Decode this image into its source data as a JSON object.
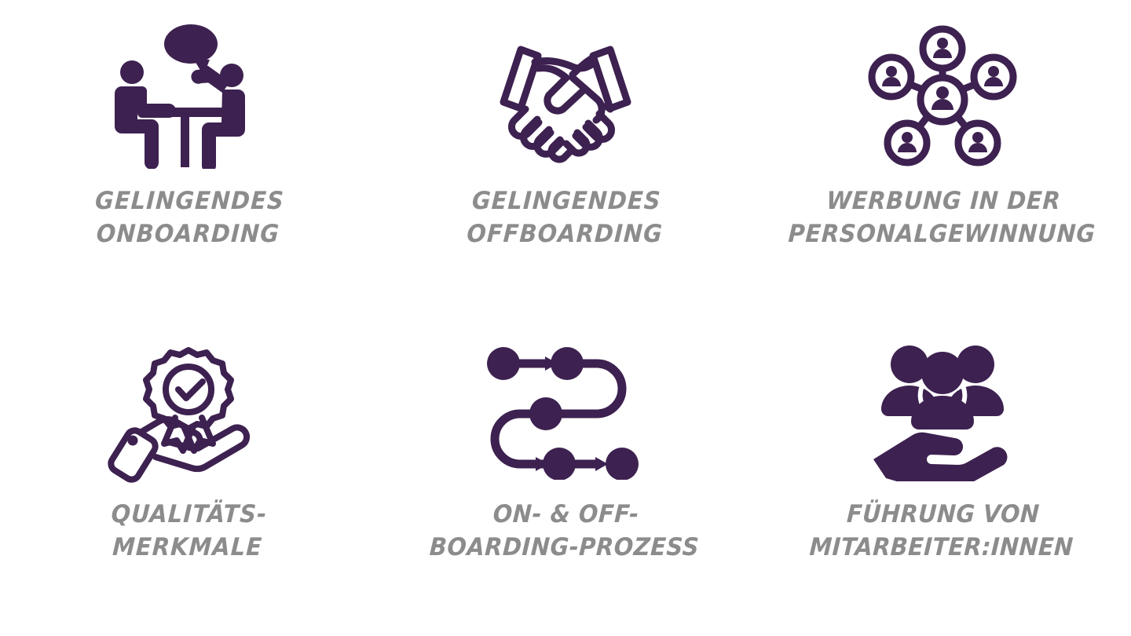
{
  "page": {
    "background_color": "#ffffff",
    "icon_color": "#3d2150",
    "caption_color": "#8c8c8c",
    "columns": 3,
    "rows": 2
  },
  "cards": [
    {
      "id": "gelingendes-onboarding",
      "icon_name": "meeting-table-speech-bubble-icon",
      "caption": "GELINGENDES\nONBOARDING"
    },
    {
      "id": "gelingendes-offboarding",
      "icon_name": "handshake-icon",
      "caption": "GELINGENDES\nOFFBOARDING"
    },
    {
      "id": "werbung-personalgewinnung",
      "icon_name": "people-network-hub-icon",
      "caption": "WERBUNG IN DER\nPERSONALGEWINNUNG"
    },
    {
      "id": "qualitaetsmerkmale",
      "icon_name": "hand-holding-quality-badge-icon",
      "caption": "QUALITÄTS-\nMERKMALE"
    },
    {
      "id": "on-offboarding-prozess",
      "icon_name": "process-flow-nodes-icon",
      "caption": "ON- & OFF-\nBOARDING-PROZESS"
    },
    {
      "id": "fuehrung-mitarbeiterinnen",
      "icon_name": "hand-holding-people-group-icon",
      "caption": "FÜHRUNG VON\nMITARBEITER:INNEN"
    }
  ]
}
